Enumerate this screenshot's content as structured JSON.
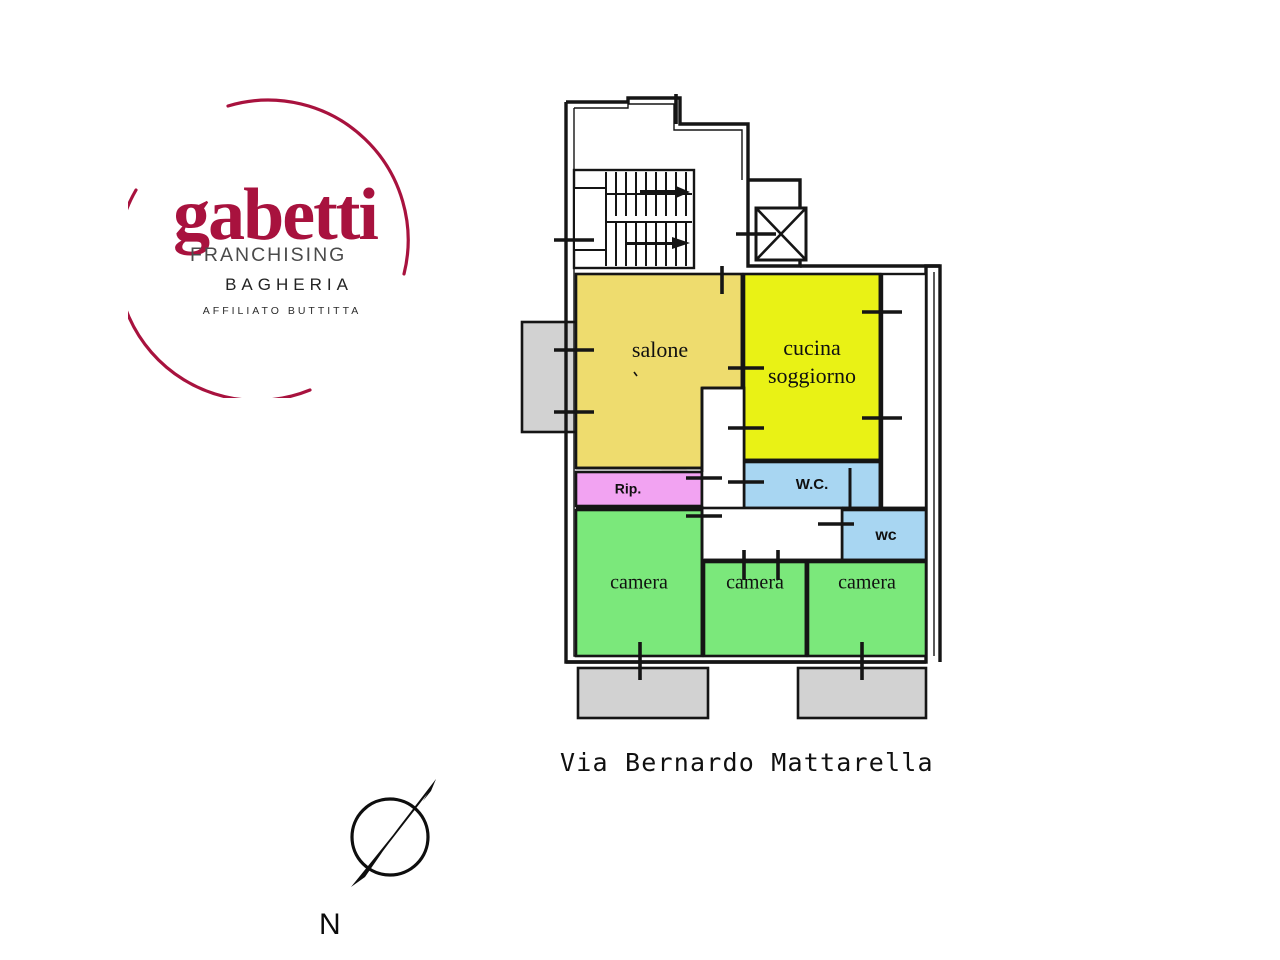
{
  "branding": {
    "wordmark": "gabetti",
    "franchising": "FRANCHISING",
    "city": "BAGHERIA",
    "affiliate": "AFFILIATO BUTTITTA",
    "brand_color": "#A8123E",
    "subtext_color": "#4b4b4b"
  },
  "floorplan": {
    "street_label": "Via Bernardo Mattarella",
    "compass": {
      "label": "N",
      "icon": "compass-needle-icon"
    },
    "watermark_text": "Gabetti FRANCHISING",
    "colors": {
      "salone": "#EEDC6E",
      "cucina_soggiorno": "#E9F215",
      "camera": "#7BE87B",
      "wc": "#A8D6F2",
      "ripostiglio": "#F2A3F2",
      "balcony": "#D2D2D2",
      "wall": "#151515",
      "corridor": "#FFFFFF"
    },
    "rooms": [
      {
        "id": "salone",
        "label": "salone",
        "color_key": "salone",
        "font": "serif"
      },
      {
        "id": "cucina",
        "label": "cucina",
        "color_key": "cucina_soggiorno",
        "font": "serif"
      },
      {
        "id": "soggiorno",
        "label": "soggiorno",
        "color_key": "cucina_soggiorno",
        "font": "serif"
      },
      {
        "id": "wc-main",
        "label": "W.C.",
        "color_key": "wc",
        "font": "bold"
      },
      {
        "id": "wc-small",
        "label": "wc",
        "color_key": "wc",
        "font": "bold"
      },
      {
        "id": "ripostiglio",
        "label": "Rip.",
        "color_key": "ripostiglio",
        "font": "bold"
      },
      {
        "id": "camera-1",
        "label": "camera",
        "color_key": "camera",
        "font": "serif"
      },
      {
        "id": "camera-2",
        "label": "camera",
        "color_key": "camera",
        "font": "serif"
      },
      {
        "id": "camera-3",
        "label": "camera",
        "color_key": "camera",
        "font": "serif"
      }
    ],
    "features": [
      {
        "id": "stairwell",
        "label": "stairs-icon"
      },
      {
        "id": "elevator",
        "label": "elevator-shaft-icon"
      },
      {
        "id": "balcony-left",
        "label": "balcony"
      },
      {
        "id": "balcony-bottom-left",
        "label": "balcony"
      },
      {
        "id": "balcony-bottom-right",
        "label": "balcony"
      },
      {
        "id": "terrace-right",
        "label": "terrace"
      },
      {
        "id": "corridoio",
        "label": "corridor"
      }
    ]
  }
}
